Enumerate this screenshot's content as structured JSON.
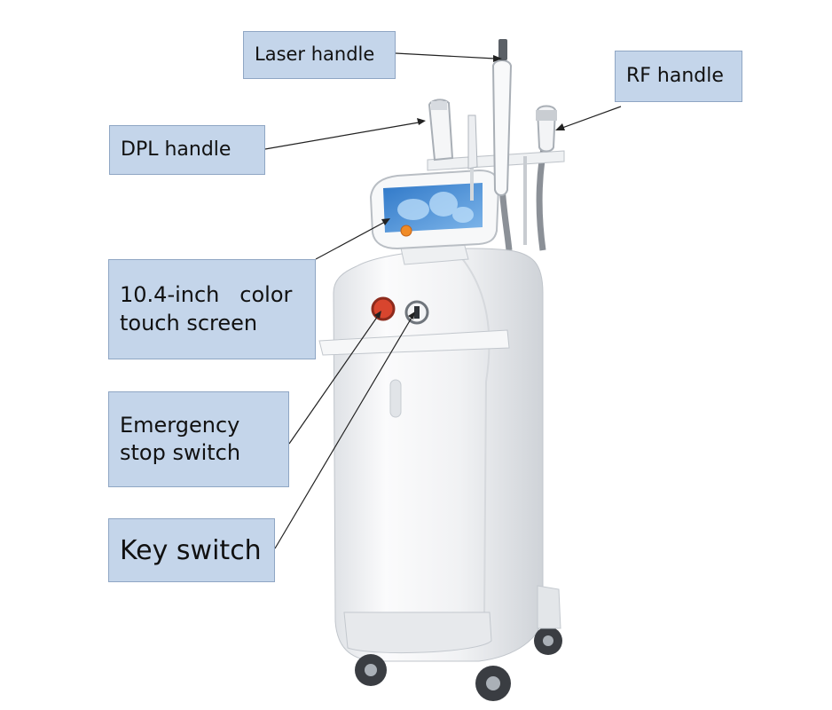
{
  "labels": {
    "laser": "Laser handle",
    "rf": "RF handle",
    "dpl": "DPL handle",
    "screen_line1": "10.4-inch   color",
    "screen_line2": "touch screen",
    "estop_line1": "Emergency",
    "estop_line2": "stop switch",
    "key": "Key switch"
  },
  "colors": {
    "label_fill": "#c4d5ea",
    "label_border": "#8fa6c4",
    "leader_line": "#222222",
    "machine_body": "#f2f3f5",
    "screen_blue": "#4a8fd6",
    "emergency_red": "#d8452e"
  }
}
